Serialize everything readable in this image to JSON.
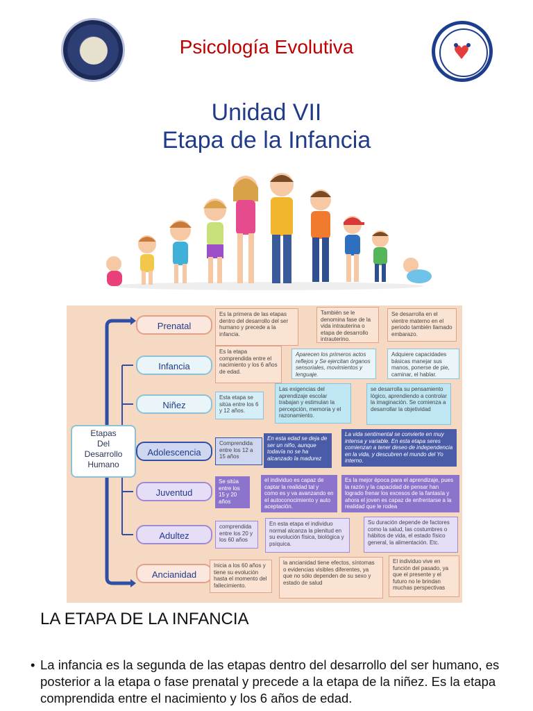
{
  "header": {
    "title": "Psicología Evolutiva",
    "unit_line1": "Unidad VII",
    "unit_line2": "Etapa de la Infancia"
  },
  "colors": {
    "title_red": "#c00000",
    "unit_blue": "#1f3b8a",
    "diagram_bg": "#f6d9c3",
    "arrow_blue": "#2f4fa4"
  },
  "diagram": {
    "center_label": [
      "Etapas",
      "Del",
      "Desarrollo",
      "Humano"
    ],
    "stages": [
      {
        "label": "Prenatal",
        "desc": [
          "Es la primera de las etapas dentro del desarrollo del ser humano y precede a la infancia.",
          "También se le denomina fase de la vida intrauterina o etapa de desarrollo intrauterino.",
          "Se desarrolla en el vientre materno en el periodo también llamado embarazo."
        ]
      },
      {
        "label": "Infancia",
        "desc": [
          "Es la etapa comprendida entre el nacimiento y los 6 años de edad.",
          "Aparecen los primeros actos reflejos y Se ejercitan órganos sensoriales, movimientos y lenguaje.",
          "Adquiere capacidades básicas manejar sus manos, ponerse de pie, caminar, el hablar."
        ]
      },
      {
        "label": "Niñez",
        "desc": [
          "Esta etapa se sitúa entre los 6 y 12 años.",
          "Las exigencias del aprendizaje escolar trabajan y estimulan la percepción, memoria y el razonamiento.",
          "se desarrolla su pensamiento lógico, aprendiendo a controlar la imaginación. Se comienza a desarrollar la objetividad"
        ]
      },
      {
        "label": "Adolescencia",
        "desc": [
          "Comprendida entre los 12 a 15 años",
          "En esta edad se deja de ser un niño, aunque todavía no se ha alcanzado la madurez",
          "La vida sentimental se convierte en muy intensa y variable. En esta etapa seres comienzan a tener deseo de independencia en la vida, y descubren el mundo del Yo interno."
        ]
      },
      {
        "label": "Juventud",
        "desc": [
          "Se sitúa entre los 15 y 20 años",
          "el individuo es capaz de captar la realidad tal y como es y va avanzando en el autoconocimiento y auto aceptación.",
          "Es la mejor época para el aprendizaje, pues la razón y la capacidad de pensar han logrado frenar los excesos de la fantasía y ahora el joven es capaz de enfrentarse a la realidad que le rodea"
        ]
      },
      {
        "label": "Adultez",
        "desc": [
          "comprendida entre los 20 y los 60 años",
          "En esta etapa el individuo normal alcanza la plenitud en su evolución física, biológica y psíquica.",
          "Su duración depende de factores como la salud, las costumbres o hábitos de vida, el estado físico general, la alimentación. Etc."
        ]
      },
      {
        "label": "Ancianidad",
        "desc": [
          "Inicia a los 60 años y tiene su evolución hasta el momento del fallecimiento.",
          "la ancianidad tiene efectos, síntomas o evidencias visibles diferentes, ya que no sólo dependen de su sexo y estado de salud",
          "El individuo vive en función del pasado, ya que el presente y el futuro no le brindan muchas perspectivas"
        ]
      }
    ]
  },
  "section": {
    "heading": "LA ETAPA DE LA INFANCIA",
    "bullet": "La infancia es la segunda de las etapas dentro del desarrollo del ser humano, es posterior a la etapa o fase prenatal y precede a la etapa de la niñez. Es la etapa comprendida entre el nacimiento y los 6 años de edad."
  }
}
